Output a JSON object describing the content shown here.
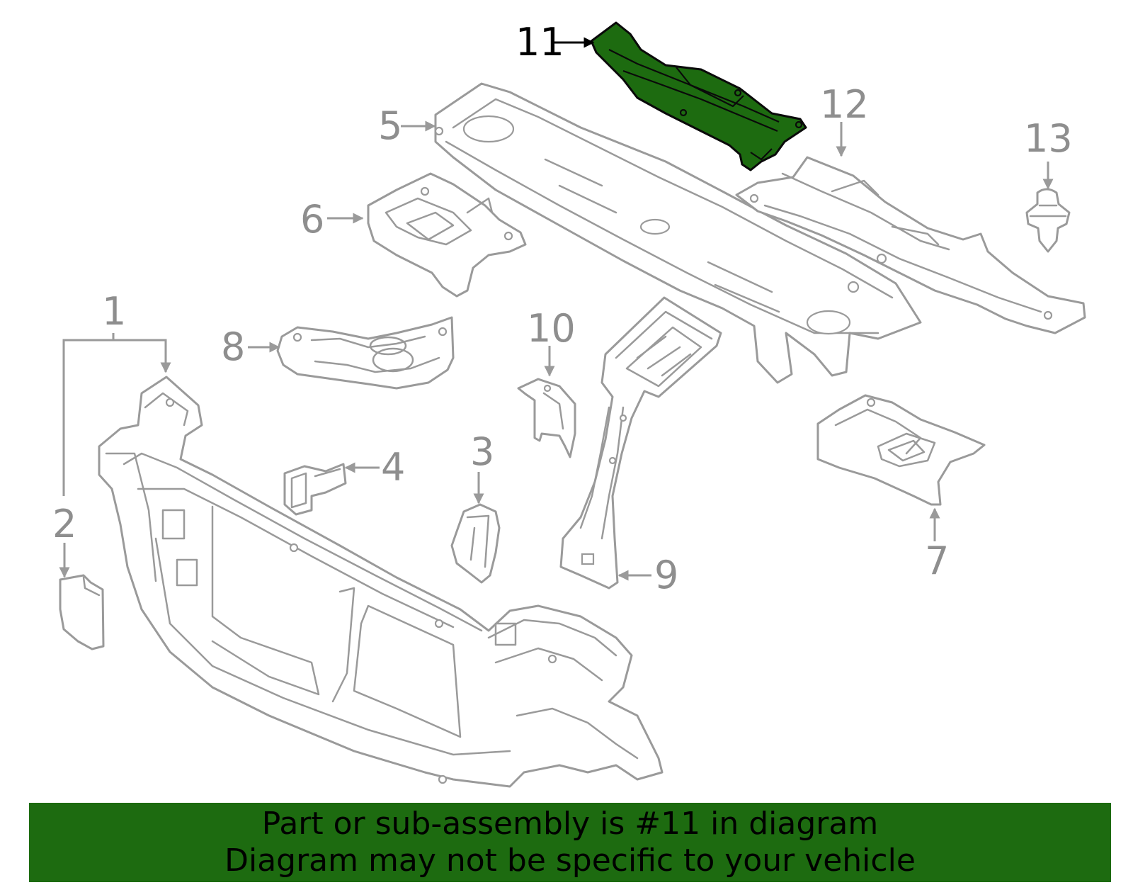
{
  "callouts": {
    "c1": "1",
    "c2": "2",
    "c3": "3",
    "c4": "4",
    "c5": "5",
    "c6": "6",
    "c7": "7",
    "c8": "8",
    "c9": "9",
    "c10": "10",
    "c11": "11",
    "c12": "12",
    "c13": "13"
  },
  "highlighted_part": "11",
  "colors": {
    "highlight": "#1d6b10",
    "line_art": "#9a9a9a",
    "banner": "#1d6b10",
    "banner_text": "#000000"
  },
  "banner": {
    "line1": "Part or sub-assembly is #11 in diagram",
    "line2": "Diagram may not be specific to your vehicle"
  }
}
